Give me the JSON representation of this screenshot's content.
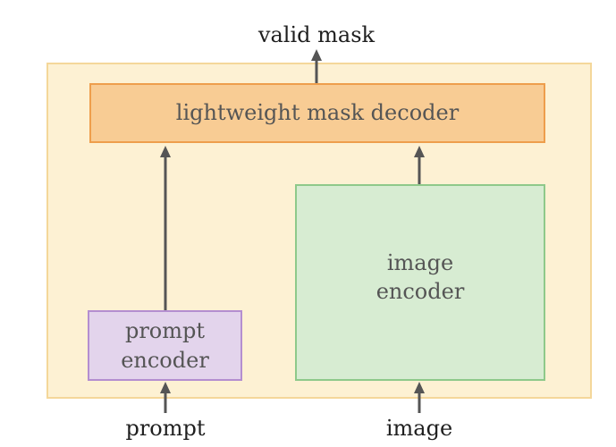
{
  "diagram": {
    "nodes": {
      "decoder": {
        "label": "lightweight mask decoder"
      },
      "image_encoder": {
        "line1": "image",
        "line2": "encoder"
      },
      "prompt_encoder": {
        "line1": "prompt",
        "line2": "encoder"
      }
    },
    "io_labels": {
      "output": "valid mask",
      "prompt_input": "prompt",
      "image_input": "image"
    },
    "colors": {
      "container_fill": "#fdf1d3",
      "container_border": "#f4d79a",
      "decoder_fill": "#f8cc94",
      "decoder_border": "#ee9e4c",
      "image_encoder_fill": "#d7ecd2",
      "image_encoder_border": "#8ec98a",
      "prompt_encoder_fill": "#e3d4ec",
      "prompt_encoder_border": "#b48ed0",
      "arrow": "#555555"
    }
  }
}
